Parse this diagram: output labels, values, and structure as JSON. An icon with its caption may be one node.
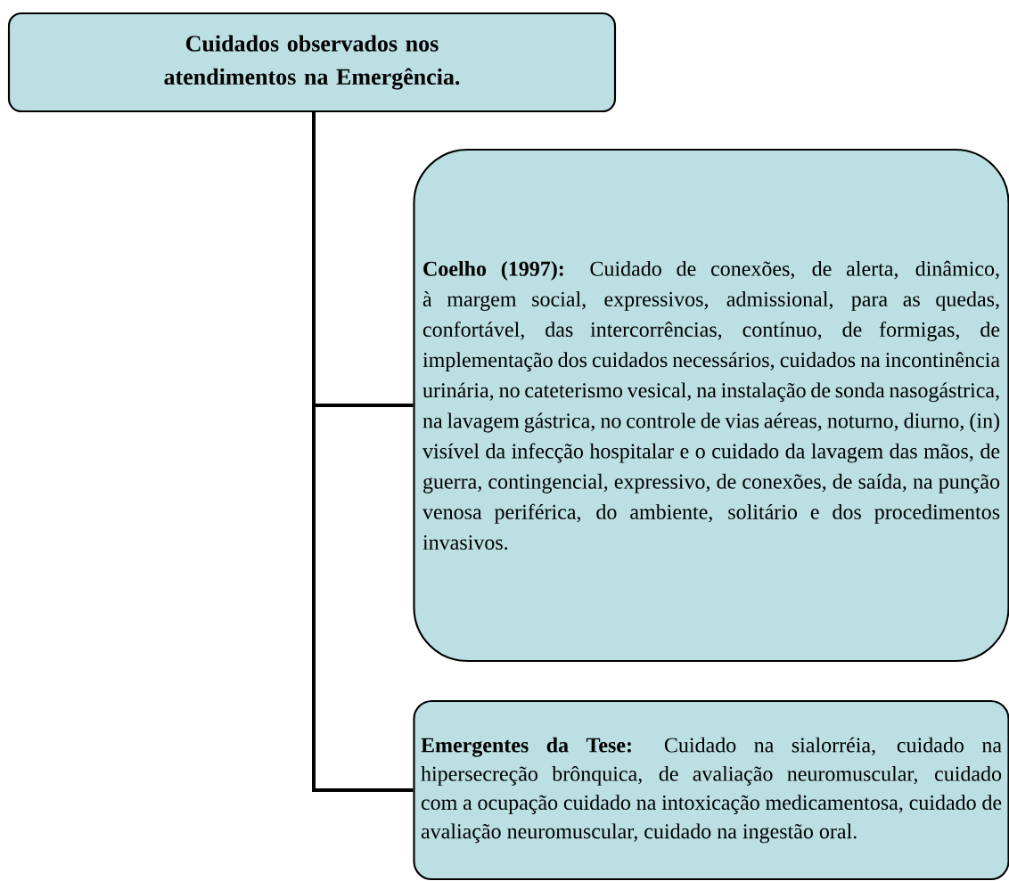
{
  "diagram": {
    "nodes": [
      {
        "text": [
          "Cuidados observados nos atendimentos na Emergência."
        ]
      },
      {
        "text": [
          "**Coelho (1997):** Cuidado de conexões, de alerta, dinâmico, à margem social, expressivos, admissional, para as quedas, confortável, das intercorrências, contínuo, de formigas, de implementação dos cuidados necessários, cuidados na incontinência urinária, no cateterismo vesical, na instalação de sonda nasogástrica, na lavagem gástrica, no controle de vias aéreas, noturno, diurno, (in) visível da infecção hospitalar e o cuidado da lavagem das mãos, de guerra, contingencial, expressivo, de conexões, de saída, na punção venosa periférica, do ambiente, solitário e dos procedimentos invasivos."
        ]
      },
      {
        "text": [
          "**Emergentes da Tese:** Cuidado na sialorréia, cuidado na hipersecreção brônquica, de avaliação neuromuscular, cuidado com a ocupação cuidado na intoxicação medicamentosa, cuidado de avaliação neuromuscular, cuidado na ingestão oral."
        ]
      }
    ],
    "edges": [
      {
        "from": 0,
        "to": 1,
        "arrow": "none"
      },
      {
        "from": 0,
        "to": 2,
        "arrow": "none"
      }
    ]
  }
}
